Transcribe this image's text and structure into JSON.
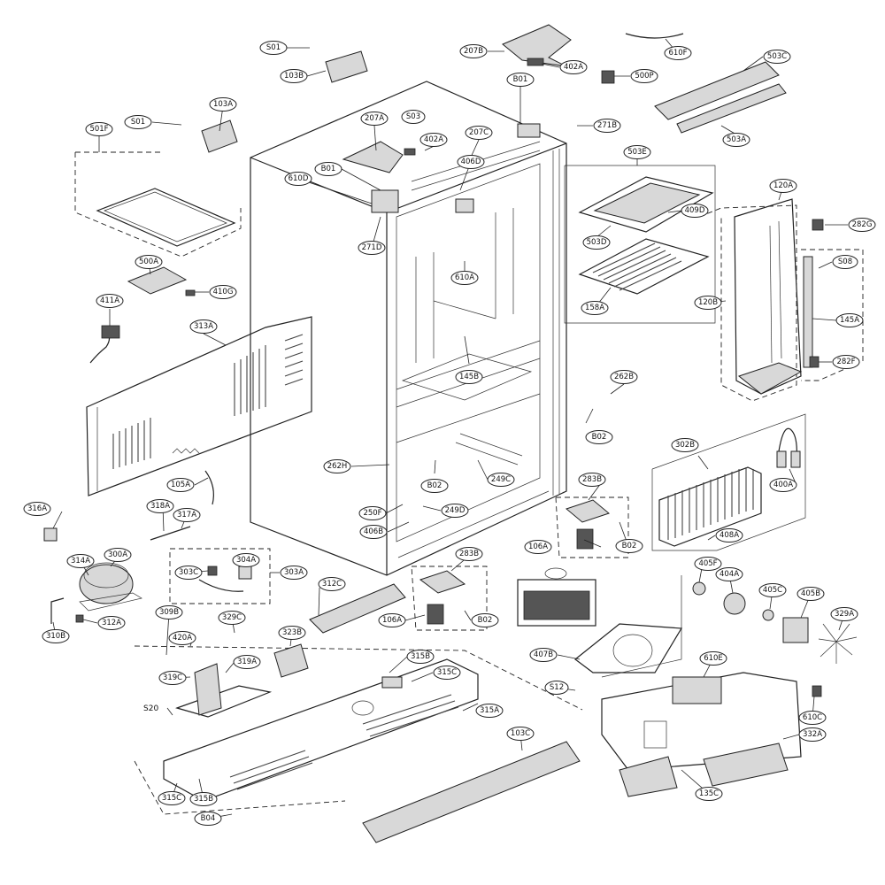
{
  "labels": {
    "S01a": "S01",
    "103B": "103B",
    "207B": "207B",
    "402A_top": "402A",
    "610F": "610F",
    "503C": "503C",
    "500P": "500P",
    "B01_top": "B01",
    "S01b": "S01",
    "103A": "103A",
    "501F": "501F",
    "207A": "207A",
    "S03": "S03",
    "402A_mid": "402A",
    "207C": "207C",
    "406D": "406D",
    "271B": "271B",
    "503A": "503A",
    "B01_mid": "B01",
    "610D": "610D",
    "503E": "503E",
    "409D": "409D",
    "503D": "503D",
    "120A": "120A",
    "282G": "282G",
    "271D": "271D",
    "500A": "500A",
    "610A": "610A",
    "410G": "410G",
    "S08": "S08",
    "158A": "158A",
    "120B": "120B",
    "411A": "411A",
    "145A": "145A",
    "313A": "313A",
    "145B": "145B",
    "282F": "282F",
    "262B": "262B",
    "B02_a": "B02",
    "302B": "302B",
    "262H": "262H",
    "B02_b": "B02",
    "249C": "249C",
    "105A": "105A",
    "400A": "400A",
    "318A": "318A",
    "317A": "317A",
    "283B_a": "283B",
    "250F": "250F",
    "249D": "249D",
    "316A": "316A",
    "406B": "406B",
    "106A_a": "106A",
    "B02_c": "B02",
    "408A": "408A",
    "314A": "314A",
    "300A": "300A",
    "304A": "304A",
    "283B_b": "283B",
    "303C": "303C",
    "303A": "303A",
    "312C": "312C",
    "405F": "405F",
    "404A": "404A",
    "405C": "405C",
    "405B": "405B",
    "309B": "309B",
    "329C": "329C",
    "310B": "310B",
    "312A": "312A",
    "106A_b": "106A",
    "B02_d": "B02",
    "329A": "329A",
    "323B": "323B",
    "420A": "420A",
    "407B": "407B",
    "315B_a": "315B",
    "319A": "319A",
    "315C_a": "315C",
    "319C": "319C",
    "610E": "610E",
    "S12": "S12",
    "S20": "S20",
    "315A": "315A",
    "610C": "610C",
    "332A": "332A",
    "103C": "103C",
    "315C_b": "315C",
    "315B_b": "315B",
    "135C": "135C",
    "B04": "B04"
  }
}
